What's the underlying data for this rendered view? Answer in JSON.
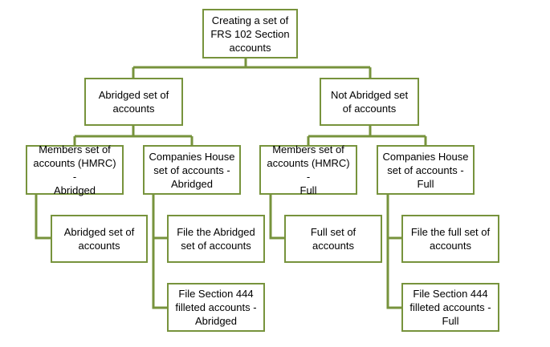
{
  "colors": {
    "line": "#77933c",
    "border": "#77933c",
    "text": "#000000",
    "background": "#ffffff"
  },
  "nodes": {
    "root": "Creating a set of\nFRS 102 Section\naccounts",
    "abridged": "Abridged set of\naccounts",
    "not_abridged": "Not Abridged set\nof accounts",
    "members_abridged": "Members set of\naccounts (HMRC) -\nAbridged",
    "ch_abridged": "Companies House\nset of accounts -\nAbridged",
    "members_full": "Members set of\naccounts (HMRC) -\nFull",
    "ch_full": "Companies House\nset of accounts -\nFull",
    "abridged_set": "Abridged set of\naccounts",
    "file_abridged": "File the Abridged\nset of accounts",
    "file_444_abridged": "File Section 444\nfilleted accounts -\nAbridged",
    "full_set": "Full set of\naccounts",
    "file_full": "File the full set of\naccounts",
    "file_444_full": "File Section 444\nfilleted accounts -\nFull"
  }
}
